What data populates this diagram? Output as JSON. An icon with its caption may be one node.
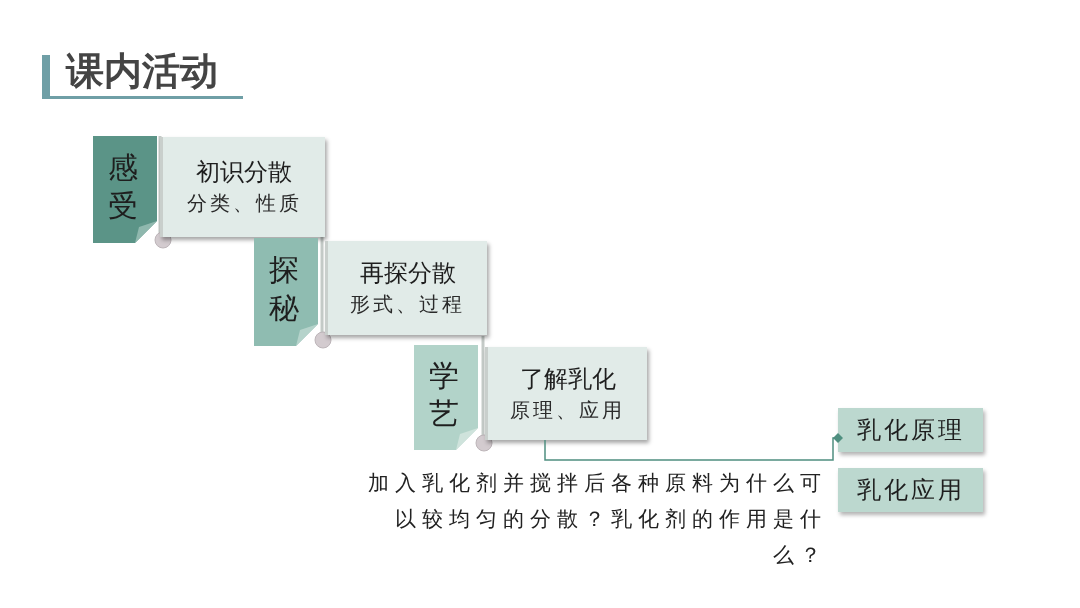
{
  "diagram": {
    "title": "课内活动",
    "nodes": [
      {
        "text": [
          "感受"
        ]
      },
      {
        "text": [
          "初识分散",
          "分类、性质"
        ]
      },
      {
        "text": [
          "探秘"
        ]
      },
      {
        "text": [
          "再探分散",
          "形式、过程"
        ]
      },
      {
        "text": [
          "学艺"
        ]
      },
      {
        "text": [
          "了解乳化",
          "原理、应用"
        ]
      },
      {
        "text": [
          "乳化原理"
        ]
      },
      {
        "text": [
          "乳化应用"
        ]
      }
    ],
    "edges": [
      {
        "from": 5,
        "to": 6,
        "arrow": "other",
        "color": "#4f8f80"
      }
    ],
    "labels": [
      "加入乳化剂并搅拌后各种原料为什么可以较均匀的分散？乳化剂的作用是什么？"
    ]
  }
}
